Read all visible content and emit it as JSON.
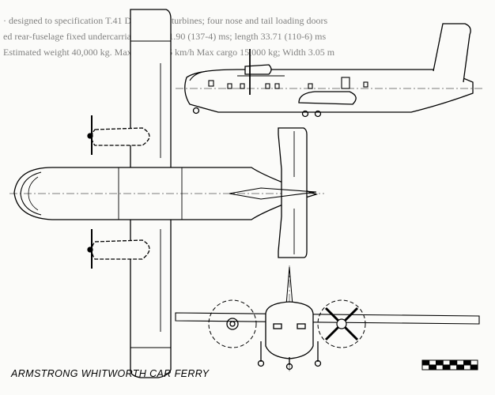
{
  "header_text": [
    "· designed to specification T.41 D. Four gas turbines; four nose and tail loading doors",
    "ed rear-fuselage fixed undercarriage Span 41.90 (137-4) ms; length 33.71 (110-6) ms",
    "Estimated weight 40,000 kg. Max speed 355 km/h Max cargo 15,000 kg; Width 3.05 m"
  ],
  "caption": "ARMSTRONG WHITWORTH CAR FERRY",
  "scale_bar": {
    "segments": 8
  },
  "colors": {
    "ink": "#000000",
    "paper": "#fbfbf9",
    "header_text": "#1a1a1a"
  }
}
